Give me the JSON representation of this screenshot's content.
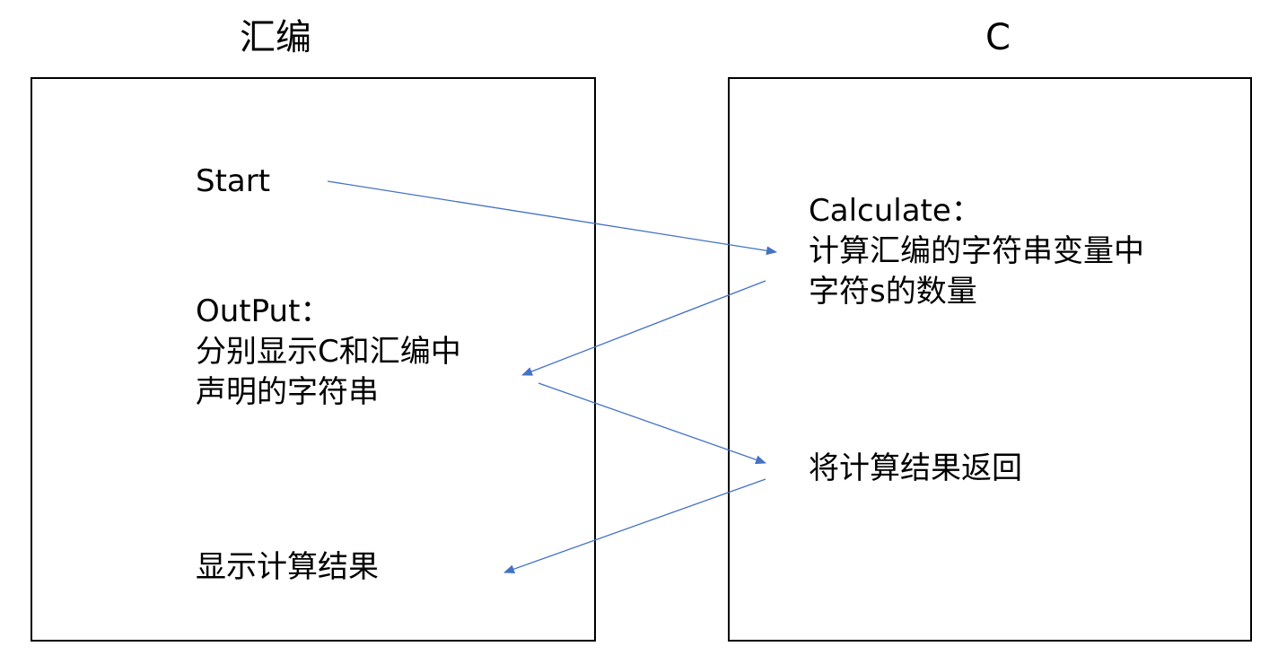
{
  "titles": {
    "left": "汇编",
    "right": "C"
  },
  "left_box": {
    "start": "Start",
    "output": {
      "line1": "OutPut：",
      "line2": "分别显示C和汇编中",
      "line3": "声明的字符串"
    },
    "show_result": "显示计算结果"
  },
  "right_box": {
    "calculate": {
      "line1": "Calculate：",
      "line2": "计算汇编的字符串变量中",
      "line3": "字符s的数量"
    },
    "return_result": "将计算结果返回"
  },
  "colors": {
    "arrow": "#4472C4",
    "border": "#000000",
    "text": "#000000"
  },
  "arrows": [
    {
      "name": "arrow-start-to-calculate",
      "from": "Start",
      "to": "Calculate"
    },
    {
      "name": "arrow-calculate-to-output",
      "from": "Calculate",
      "to": "OutPut"
    },
    {
      "name": "arrow-output-to-return",
      "from": "OutPut",
      "to": "将计算结果返回"
    },
    {
      "name": "arrow-return-to-show-result",
      "from": "将计算结果返回",
      "to": "显示计算结果"
    }
  ]
}
